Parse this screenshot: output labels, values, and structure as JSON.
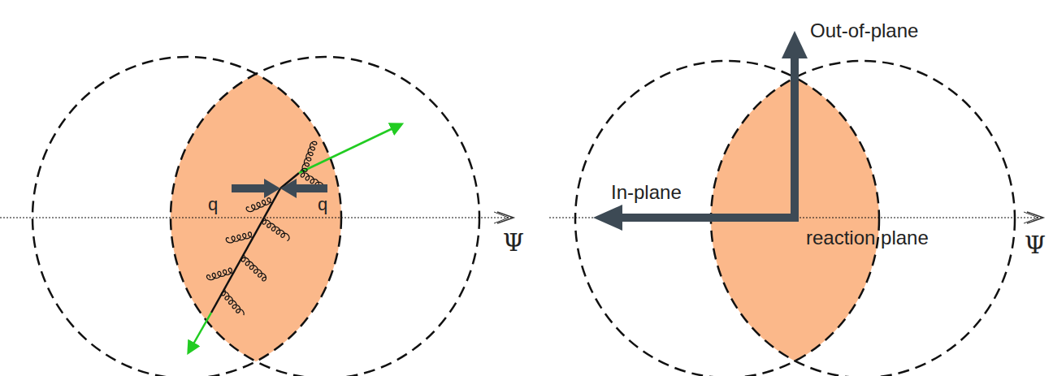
{
  "diagram": {
    "labels": [
      "q",
      "q",
      "Ψ",
      "Out-of-plane",
      "In-plane",
      "reaction plane",
      "Ψ"
    ]
  }
}
